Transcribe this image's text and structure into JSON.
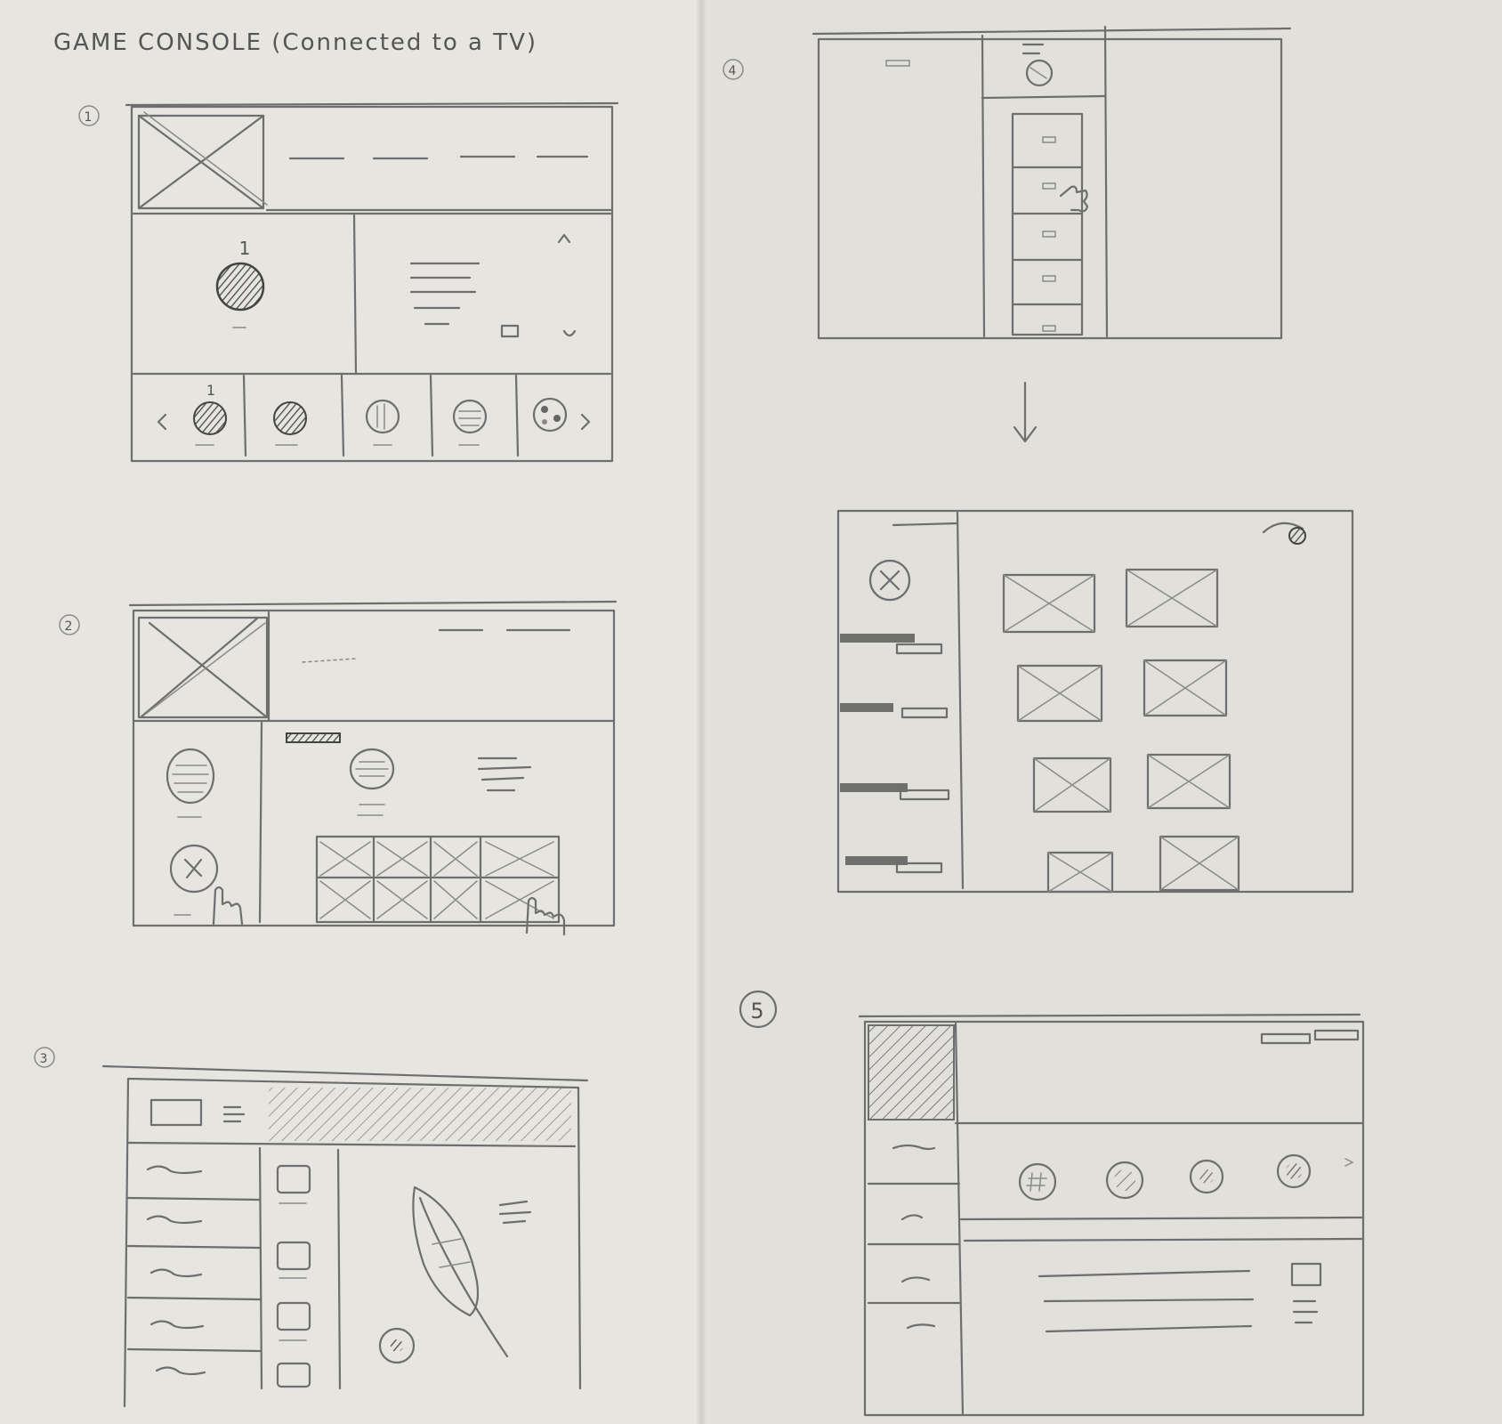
{
  "title": "GAME CONSOLE (Connected to a TV)",
  "frames": [
    {
      "label": "1"
    },
    {
      "label": "2"
    },
    {
      "label": "3"
    },
    {
      "label": "4"
    },
    {
      "label": "5"
    }
  ],
  "frame1": {
    "hero_badge": "1",
    "carousel_badge": "1"
  }
}
